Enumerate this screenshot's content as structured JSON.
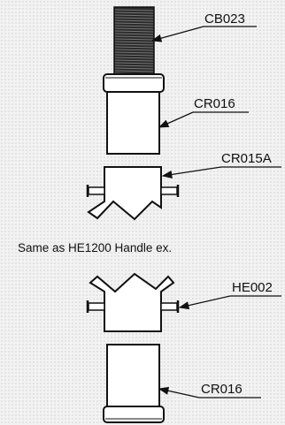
{
  "labels": {
    "cb023": "CB023",
    "cr016_top": "CR016",
    "cr015a": "CR015A",
    "he002": "HE002",
    "cr016_bottom": "CR016"
  },
  "caption": "Same as HE1200 Handle ex.",
  "colors": {
    "line": "#111111",
    "part_fill": "#ffffff",
    "spring_fill": "#2b2b2b",
    "background": "#f2f2f2"
  }
}
